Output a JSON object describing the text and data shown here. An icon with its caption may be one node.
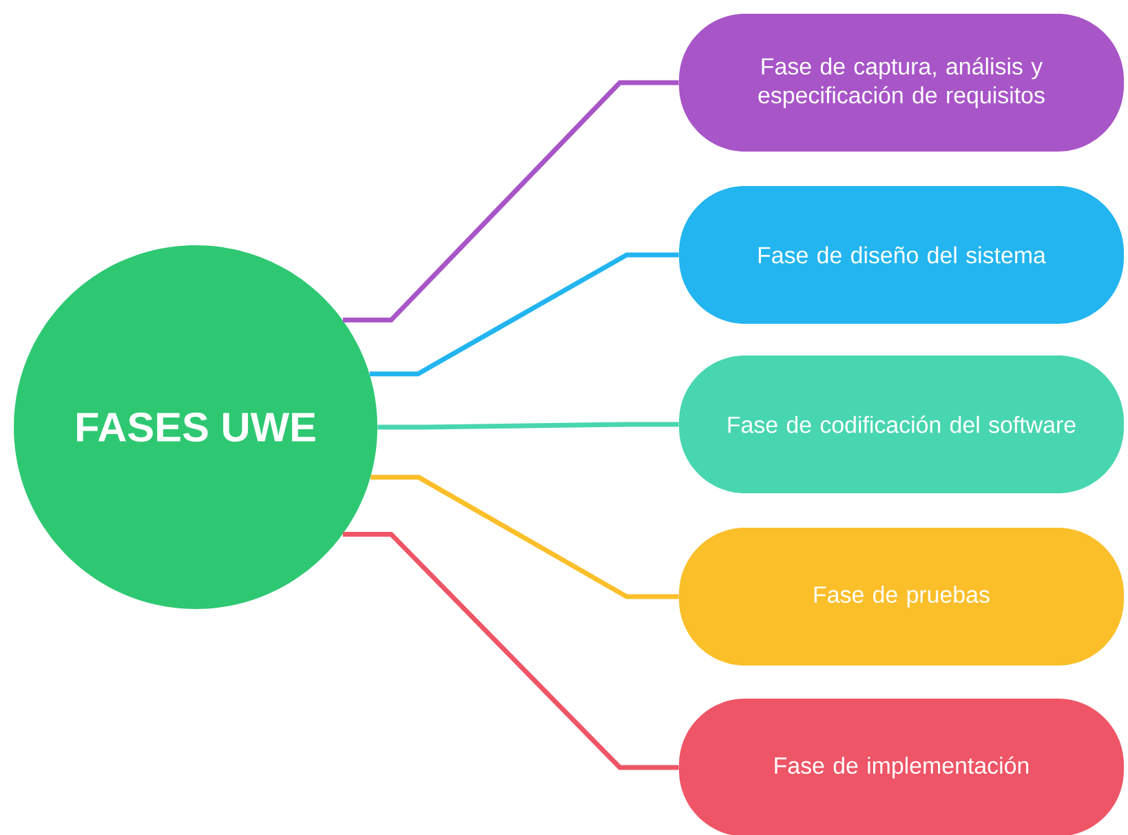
{
  "diagram": {
    "nodes": [
      {
        "text": [
          "FASES UWE"
        ]
      },
      {
        "text": [
          "Fase de captura, análisis y especificación de requisitos"
        ]
      },
      {
        "text": [
          "Fase de diseño del sistema"
        ]
      },
      {
        "text": [
          "Fase de codificación del software"
        ]
      },
      {
        "text": [
          "Fase de pruebas"
        ]
      },
      {
        "text": [
          "Fase de implementación"
        ]
      }
    ],
    "edges": [
      {
        "from": 0,
        "to": 1,
        "arrow": "none",
        "color": "#a855c8"
      },
      {
        "from": 0,
        "to": 2,
        "arrow": "none",
        "color": "#22b5f0"
      },
      {
        "from": 0,
        "to": 3,
        "arrow": "none",
        "color": "#48d6b0"
      },
      {
        "from": 0,
        "to": 4,
        "arrow": "none",
        "color": "#fbbf2a"
      },
      {
        "from": 0,
        "to": 5,
        "arrow": "none",
        "color": "#ee5566"
      }
    ]
  }
}
